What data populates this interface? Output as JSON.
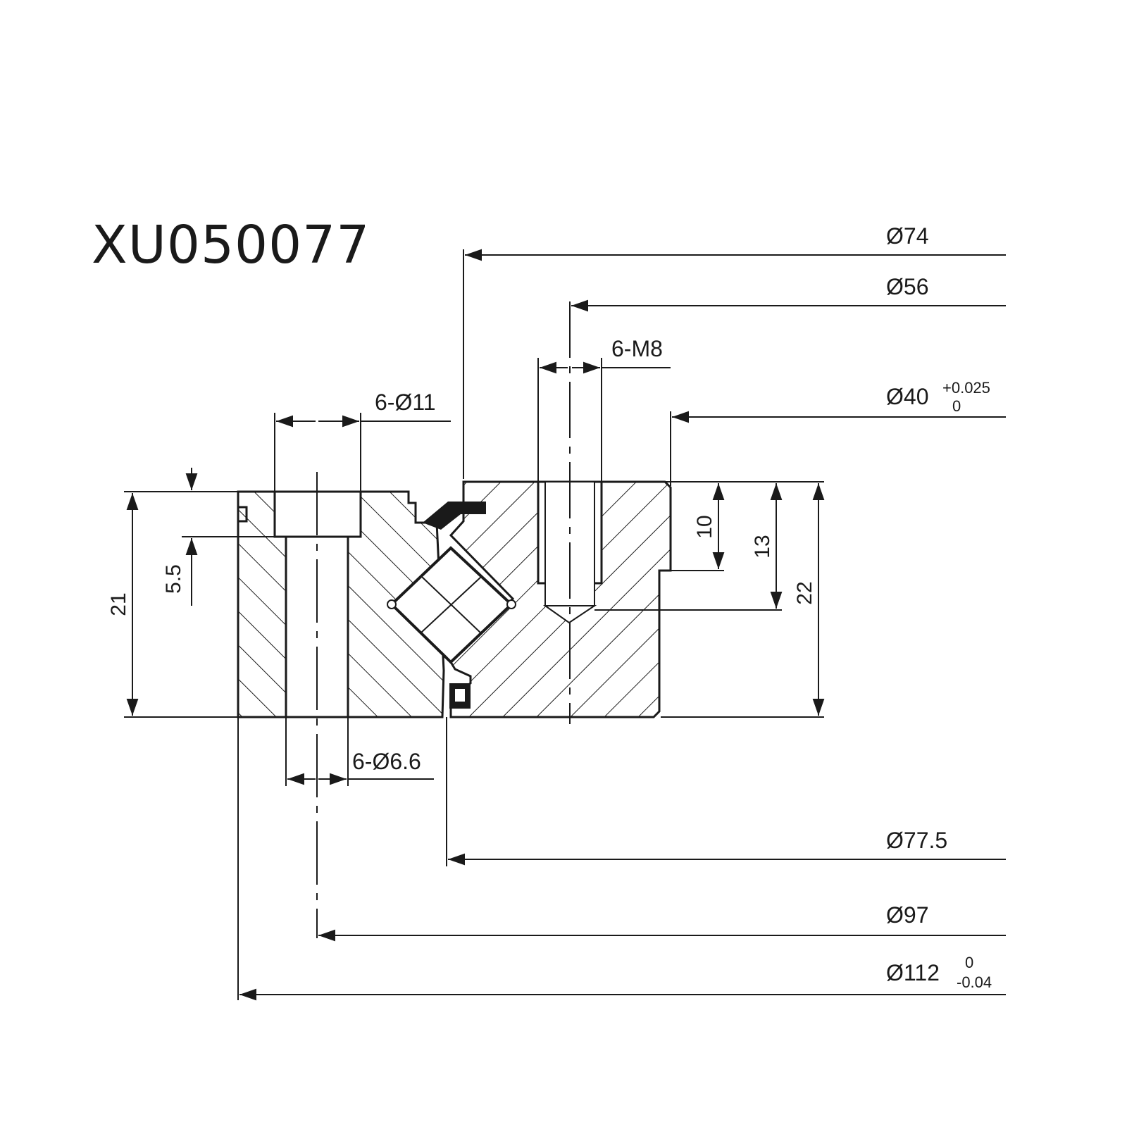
{
  "part_number": "XU050077",
  "dimensions": {
    "d74": "Ø74",
    "d56": "Ø56",
    "tap": "6-M8",
    "d40": "Ø40",
    "d40_tol_upper": "+0.025",
    "d40_tol_lower": "0",
    "cbore": "6-Ø11",
    "hole": "6-Ø6.6",
    "d77_5": "Ø77.5",
    "d97": "Ø97",
    "d112": "Ø112",
    "d112_tol_upper": "0",
    "d112_tol_lower": "-0.04",
    "h21": "21",
    "h5_5": "5.5",
    "h10": "10",
    "h13": "13",
    "h22": "22"
  }
}
